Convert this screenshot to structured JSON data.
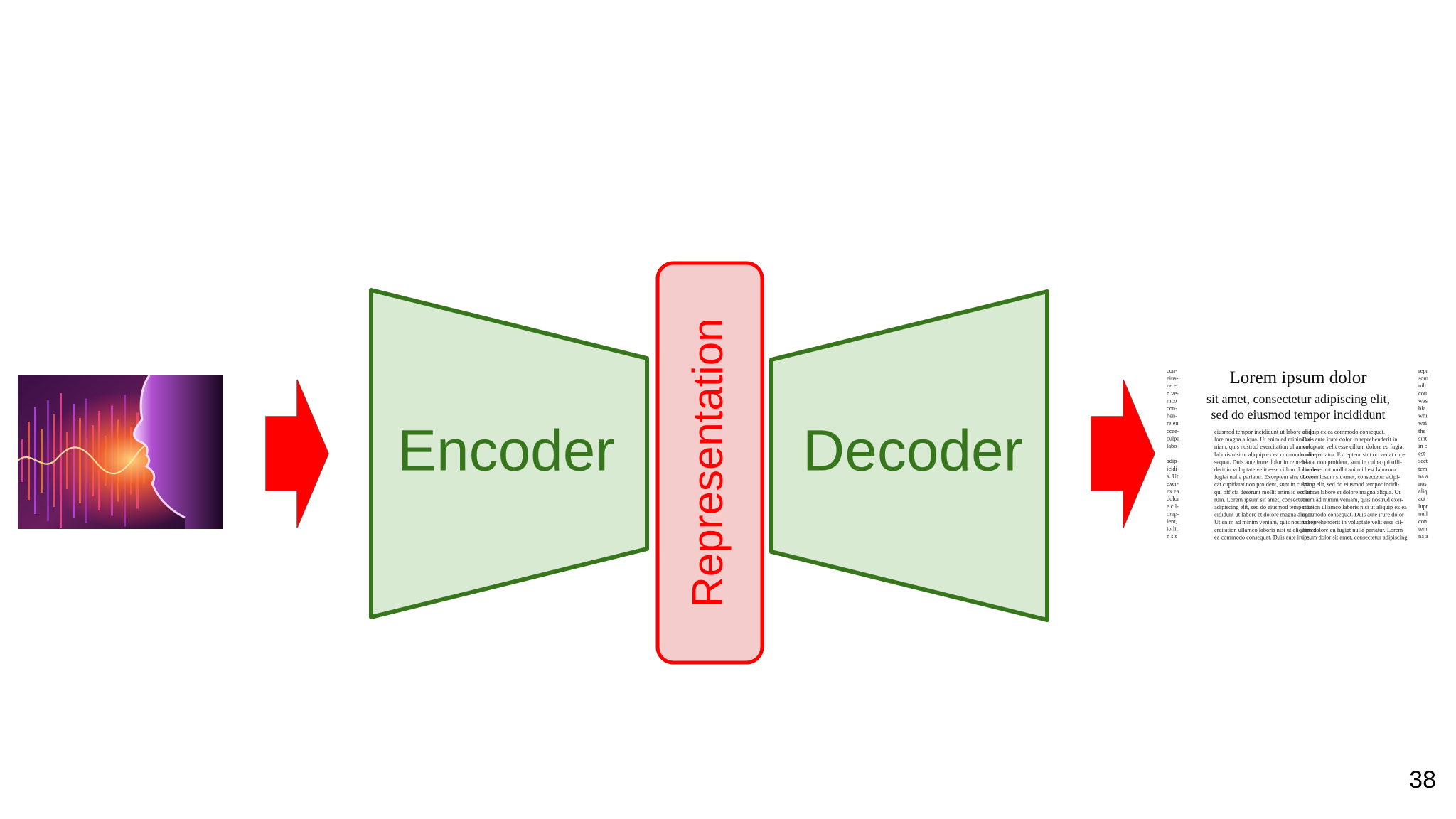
{
  "slide": {
    "page_number": "38",
    "colors": {
      "arrow": "#ff0000",
      "box_fill": "#d9ead3",
      "box_stroke": "#38761d",
      "box_text": "#38761d",
      "repr_fill": "#f4cccc",
      "repr_stroke": "#ff0000",
      "repr_text": "#ff0000"
    }
  },
  "input_image": {
    "icon": "voice-wave-face-image"
  },
  "encoder": {
    "label": "Encoder"
  },
  "representation": {
    "label": "Representation"
  },
  "decoder": {
    "label": "Decoder"
  },
  "output_document": {
    "title": "Lorem ipsum dolor",
    "subtitle_line1": "sit amet, consectetur adipiscing elit,",
    "subtitle_line2": "sed do eiusmod tempor incididunt",
    "col1": [
      "eiusmod tempor incididunt ut labore et do-",
      "lore magna aliqua. Ut enim ad minim ve-",
      "niam, quis nostrud exercitation ullamco",
      "laboris nisi ut aliquip ex ea commodo con-",
      "sequat. Duis aute irure dolor in repreh-",
      "derit in voluptate velit esse cillum dolore eu",
      "fugiat nulla pariatur. Excepteur sint occae-",
      "cat cupidatat non proident, sunt in culpa",
      "qui officia deserunt mollit anim id est labo-",
      "rum. Lorem ipsum sit amet, consectetur",
      "adipiscing elit, sed do eiusmod tempor in-",
      "cididunt ut labore et dolore magna aliqua.",
      "Ut enim ad minim veniam, quis nostrud ex-",
      "ercitation ullamco laboris nisi ut aliquip ex",
      "ea commodo consequat. Duis aute irure"
    ],
    "col2": [
      "aliquip ex ea commodo consequat.",
      "Duis aute irure dolor in reprehenderit in",
      "voluptate velit esse cillum dolore eu fugiat",
      "nulla pariatur. Excepteur sint occaecat cup-",
      "idatat non proident, sunt in culpa qui offi-",
      "cia deserunt mollit anim id est laborum.",
      "Lorem ipsum sit amet, consectetur adipi-",
      "scing elit, sed do eiusmod tempor incidi-",
      "dunt ut labore et dolore magna aliqua. Ut",
      "enim ad minim veniam, quis nostrud exer-",
      "citation ullamco laboris nisi ut aliquip ex ea",
      "commodo consequat. Duis aute irure dolor",
      "in reprehenderit in voluptate velit esse cil-",
      "lum dolore eu fugiat nulla pariatur. Lorem",
      "ipsum dolor sit amet, consectetur adipiscing"
    ],
    "left_fragments": [
      "con-",
      "eius-",
      "ne et",
      "n ve-",
      "mco",
      "con-",
      "hen-",
      "re eu",
      "ccae-",
      "culpa",
      "labo-",
      "",
      "adip-",
      "icidi-",
      "a. Ut",
      "exer-",
      "ex ea",
      "dolor",
      "e cil-",
      "orep-",
      "lent,",
      "iollit",
      "n sit"
    ],
    "right_fragments": [
      "repr",
      "som",
      "nih",
      "cou",
      "was",
      "bla",
      "whi",
      "wai",
      "the",
      "sint",
      "in c",
      "est",
      "sect",
      "tem",
      "na a",
      "nos",
      "aliq",
      "aut",
      "lupt",
      "null",
      "con",
      "tem",
      "na a"
    ]
  }
}
